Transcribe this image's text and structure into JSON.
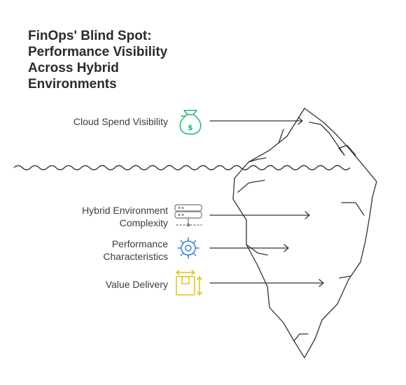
{
  "title": {
    "lines": [
      "FinOps' Blind Spot:",
      "Performance Visibility",
      "Across Hybrid",
      "Environments"
    ]
  },
  "items": [
    {
      "lines": [
        "Cloud Spend Visibility"
      ],
      "icon": "money-bag-icon",
      "color": "#22b573"
    },
    {
      "lines": [
        "Hybrid Environment",
        "Complexity"
      ],
      "icon": "server-network-icon",
      "color": "#8a8a8a"
    },
    {
      "lines": [
        "Performance",
        "Characteristics"
      ],
      "icon": "gear-icon",
      "color": "#3b82d6"
    },
    {
      "lines": [
        "Value Delivery"
      ],
      "icon": "package-icon",
      "color": "#e0c21b"
    }
  ],
  "colors": {
    "iceberg": "#333333",
    "water": "#333333",
    "text": "#3d3d3d"
  }
}
